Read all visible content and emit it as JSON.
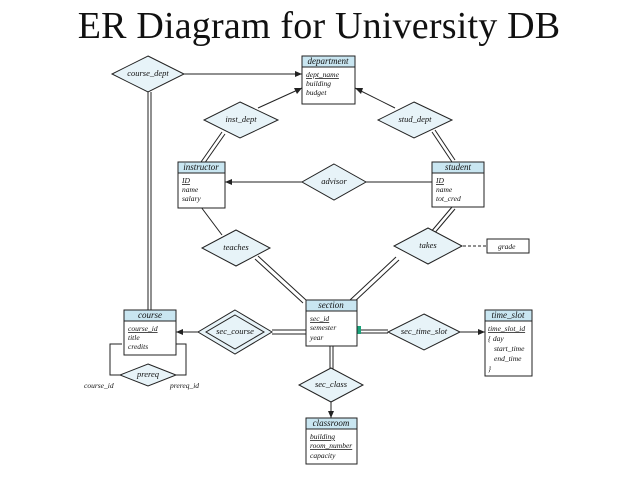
{
  "title": "ER Diagram for University DB",
  "entities": {
    "department": {
      "name": "department",
      "attrs": [
        "dept_name",
        "building",
        "budget"
      ]
    },
    "instructor": {
      "name": "instructor",
      "attrs": [
        "ID",
        "name",
        "salary"
      ]
    },
    "student": {
      "name": "student",
      "attrs": [
        "ID",
        "name",
        "tot_cred"
      ]
    },
    "section": {
      "name": "section",
      "attrs": [
        "sec_id",
        "semester",
        "year"
      ]
    },
    "course": {
      "name": "course",
      "attrs": [
        "course_id",
        "title",
        "credits"
      ]
    },
    "time_slot": {
      "name": "time_slot",
      "attrs": [
        "time_slot_id",
        "{ day",
        "start_time",
        "end_time",
        "}"
      ]
    },
    "classroom": {
      "name": "classroom",
      "attrs": [
        "building",
        "room_number",
        "capacity"
      ]
    }
  },
  "relationships": {
    "course_dept": "course_dept",
    "inst_dept": "inst_dept",
    "stud_dept": "stud_dept",
    "advisor": "advisor",
    "teaches": "teaches",
    "takes": "takes",
    "sec_course": "sec_course",
    "sec_time_slot": "sec_time_slot",
    "sec_class": "sec_class",
    "prereq": "prereq"
  },
  "relationship_attribute": "grade",
  "role_labels": {
    "left": "course_id",
    "right": "prereq_id"
  }
}
